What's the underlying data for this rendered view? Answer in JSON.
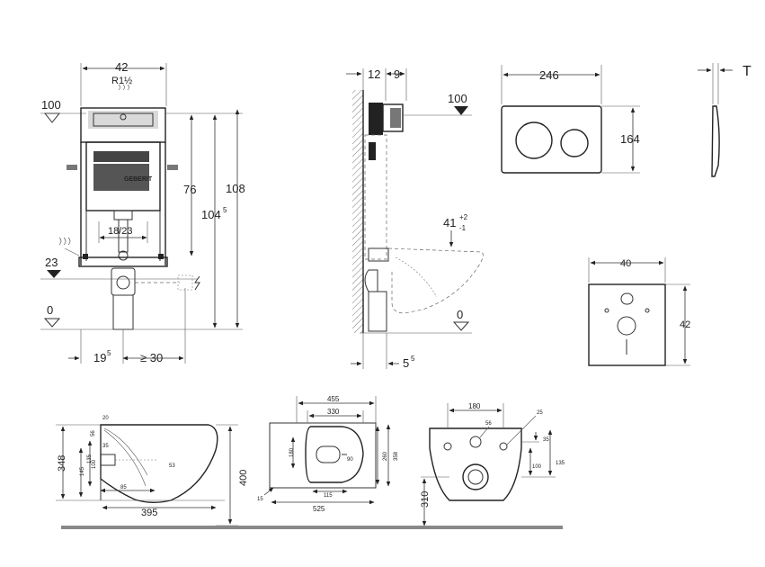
{
  "frame": {
    "width_top": "42",
    "thread": "R1½",
    "level_top": "100",
    "level_pipe": "23",
    "level_floor": "0",
    "height_76": "76",
    "height_104": "104",
    "height_104_sup": "5",
    "height_108": "108",
    "flush_range": "18/23",
    "offset_19": "19",
    "offset_19_sup": "5",
    "offset_30": "≥ 30",
    "logo": "GEBERIT"
  },
  "side": {
    "dim_12": "12",
    "dim_9": "9",
    "level_top": "100",
    "seat_height": "41",
    "seat_tol_plus": "+2",
    "seat_tol_minus": "-1",
    "level_floor": "0",
    "bottom_5": "5",
    "bottom_5_sup": "5"
  },
  "plate": {
    "width": "246",
    "height": "164",
    "thickness": "T"
  },
  "pad": {
    "width": "40",
    "height": "42"
  },
  "bowl_side": {
    "total_length": "395",
    "total_height": "348",
    "dim_20": "20",
    "dim_56": "56",
    "dim_35": "35",
    "dim_135": "135",
    "dim_145": "145",
    "dim_100": "100",
    "dim_53": "53",
    "dim_85": "85",
    "overall_400": "400"
  },
  "bowl_top": {
    "dim_455": "455",
    "dim_330": "330",
    "dim_180": "180",
    "dim_90": "90",
    "dim_260": "260",
    "dim_358": "358",
    "dim_115": "115",
    "dim_15": "15",
    "dim_525": "525"
  },
  "bowl_back": {
    "dim_180": "180",
    "dim_56": "56",
    "dim_25": "25",
    "dim_35": "35",
    "dim_100": "100",
    "dim_135": "135",
    "dim_310": "310"
  }
}
